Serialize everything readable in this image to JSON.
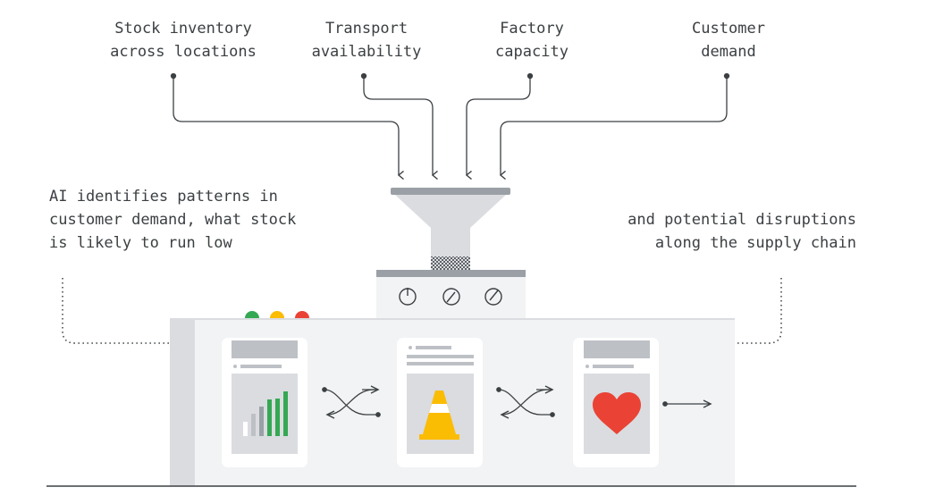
{
  "inputs": {
    "stock": {
      "line1": "Stock inventory",
      "line2": "across locations"
    },
    "transport": {
      "line1": "Transport",
      "line2": "availability"
    },
    "factory": {
      "line1": "Factory",
      "line2": "capacity"
    },
    "demand": {
      "line1": "Customer",
      "line2": "demand"
    }
  },
  "left_note": {
    "line1": "AI identifies patterns in",
    "line2": "customer demand, what stock",
    "line3": "is likely to run low"
  },
  "right_note": {
    "line1": "and potential disruptions",
    "line2": "along the supply chain"
  },
  "colors": {
    "ink": "#3c4043",
    "machine": "#f1f3f4",
    "machine_dark": "#dadce0",
    "funnel": "#dadce0",
    "funnel_rim": "#9aa0a6",
    "green": "#34a853",
    "yellow": "#fbbc04",
    "red": "#ea4335"
  },
  "icons": [
    "chart-icon",
    "traffic-cone-icon",
    "heart-icon",
    "shuffle-icon",
    "power-icon",
    "dial-icon"
  ]
}
